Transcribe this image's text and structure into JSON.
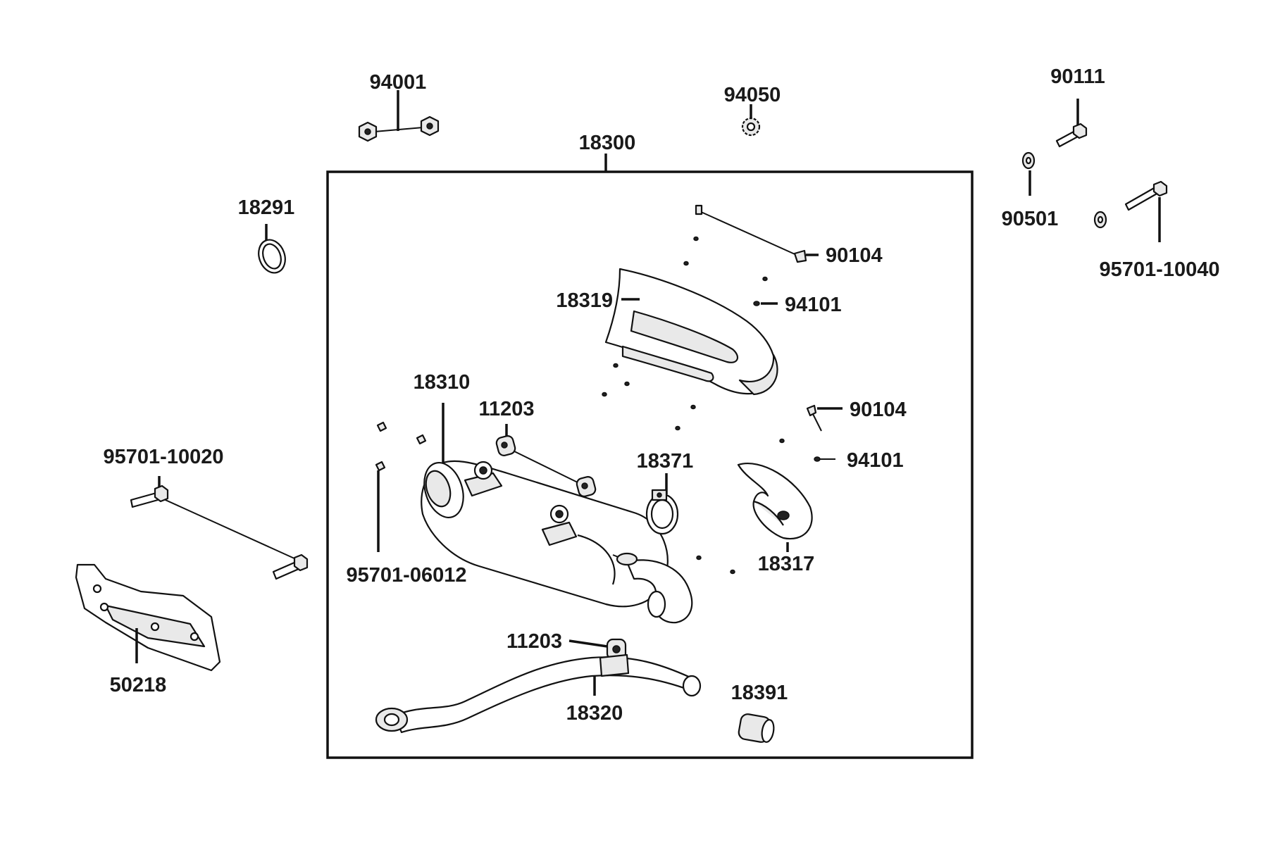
{
  "diagram": {
    "labels": {
      "l94001": "94001",
      "l94050": "94050",
      "l90111": "90111",
      "l18300": "18300",
      "l18291": "18291",
      "l90501": "90501",
      "l90104a": "90104",
      "l95701_10040": "95701-10040",
      "l18319": "18319",
      "l94101a": "94101",
      "l18310": "18310",
      "l11203a": "11203",
      "l90104b": "90104",
      "l95701_10020": "95701-10020",
      "l18371": "18371",
      "l94101b": "94101",
      "l95701_06012": "95701-06012",
      "l18317": "18317",
      "l11203b": "11203",
      "l18391": "18391",
      "l50218": "50218",
      "l18320": "18320"
    }
  }
}
